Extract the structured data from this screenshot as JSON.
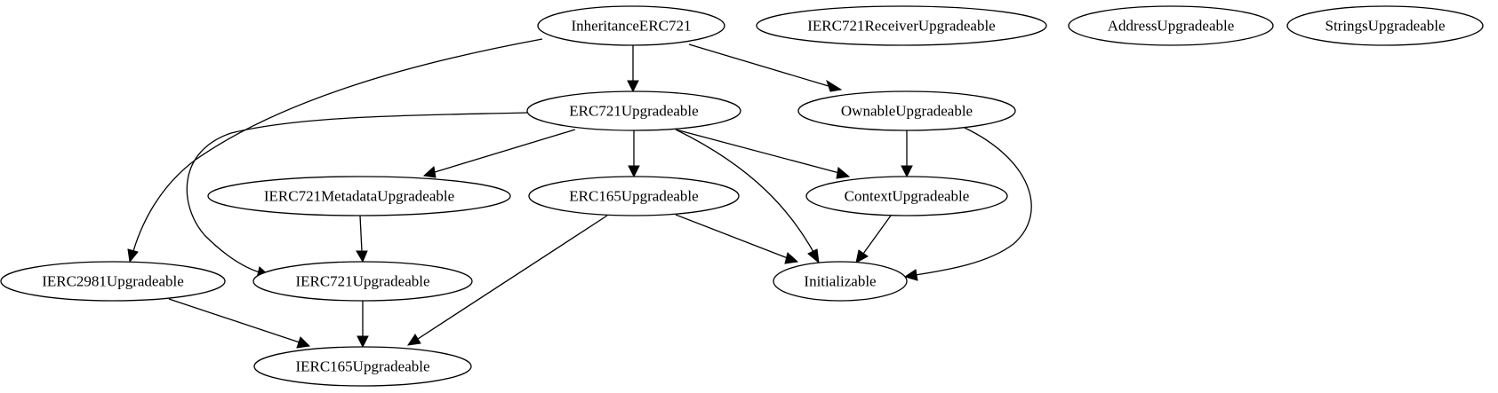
{
  "graph": {
    "nodes": [
      {
        "id": "InheritanceERC721",
        "label": "InheritanceERC721"
      },
      {
        "id": "IERC721ReceiverUpgradeable",
        "label": "IERC721ReceiverUpgradeable"
      },
      {
        "id": "AddressUpgradeable",
        "label": "AddressUpgradeable"
      },
      {
        "id": "StringsUpgradeable",
        "label": "StringsUpgradeable"
      },
      {
        "id": "ERC721Upgradeable",
        "label": "ERC721Upgradeable"
      },
      {
        "id": "OwnableUpgradeable",
        "label": "OwnableUpgradeable"
      },
      {
        "id": "IERC721MetadataUpgradeable",
        "label": "IERC721MetadataUpgradeable"
      },
      {
        "id": "ERC165Upgradeable",
        "label": "ERC165Upgradeable"
      },
      {
        "id": "ContextUpgradeable",
        "label": "ContextUpgradeable"
      },
      {
        "id": "IERC2981Upgradeable",
        "label": "IERC2981Upgradeable"
      },
      {
        "id": "IERC721Upgradeable",
        "label": "IERC721Upgradeable"
      },
      {
        "id": "Initializable",
        "label": "Initializable"
      },
      {
        "id": "IERC165Upgradeable",
        "label": "IERC165Upgradeable"
      }
    ],
    "edges": [
      {
        "from": "InheritanceERC721",
        "to": "ERC721Upgradeable"
      },
      {
        "from": "InheritanceERC721",
        "to": "OwnableUpgradeable"
      },
      {
        "from": "InheritanceERC721",
        "to": "IERC2981Upgradeable"
      },
      {
        "from": "ERC721Upgradeable",
        "to": "IERC721MetadataUpgradeable"
      },
      {
        "from": "ERC721Upgradeable",
        "to": "ERC165Upgradeable"
      },
      {
        "from": "ERC721Upgradeable",
        "to": "ContextUpgradeable"
      },
      {
        "from": "ERC721Upgradeable",
        "to": "Initializable"
      },
      {
        "from": "ERC721Upgradeable",
        "to": "IERC721Upgradeable"
      },
      {
        "from": "OwnableUpgradeable",
        "to": "ContextUpgradeable"
      },
      {
        "from": "OwnableUpgradeable",
        "to": "Initializable"
      },
      {
        "from": "IERC721MetadataUpgradeable",
        "to": "IERC721Upgradeable"
      },
      {
        "from": "ERC165Upgradeable",
        "to": "Initializable"
      },
      {
        "from": "ERC165Upgradeable",
        "to": "IERC165Upgradeable"
      },
      {
        "from": "ContextUpgradeable",
        "to": "Initializable"
      },
      {
        "from": "IERC2981Upgradeable",
        "to": "IERC165Upgradeable"
      },
      {
        "from": "IERC721Upgradeable",
        "to": "IERC165Upgradeable"
      }
    ]
  }
}
